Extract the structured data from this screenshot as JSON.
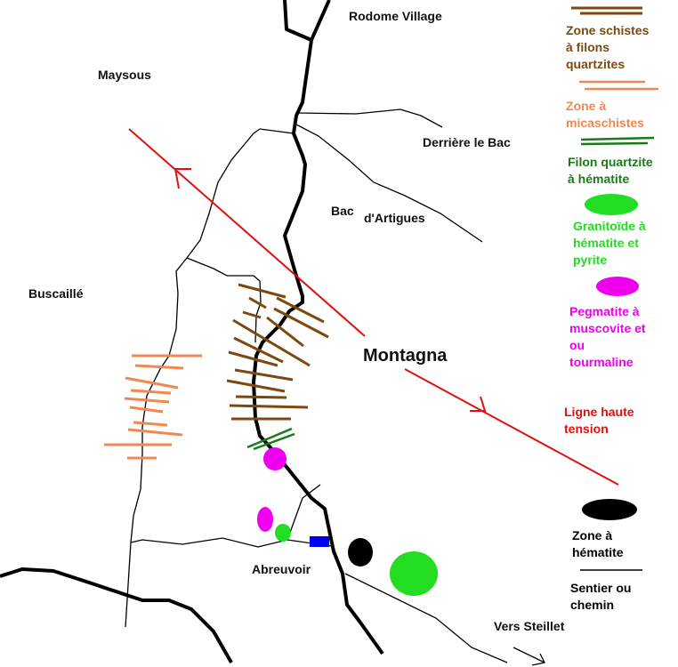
{
  "places": {
    "rodome": "Rodome Village",
    "maysous": "Maysous",
    "derriere": "Derrière le Bac",
    "bac": "Bac",
    "artigues": "d'Artigues",
    "buscaille": "Buscaillé",
    "montagna": "Montagna",
    "abreuvoir": "Abreuvoir",
    "steillet": "Vers Steillet"
  },
  "legend": {
    "schistes": {
      "label": "Zone schistes\nà filons\nquartzites",
      "color": "#7b4a12"
    },
    "micaschistes": {
      "label": "Zone à\nmicaschistes",
      "color": "#f08850"
    },
    "filon": {
      "label": "Filon quartzite\nà hématite",
      "color": "#1a7a1a"
    },
    "granitoide": {
      "label": "Granitoïde à\nhématite et\npyrite",
      "color": "#22dd22"
    },
    "pegmatite": {
      "label": "Pegmatite à\nmuscovite et\nou\ntourmaline",
      "color": "#ee00ee"
    },
    "ligne": {
      "label": "Ligne haute\ntension",
      "color": "#e01010"
    },
    "hematite": {
      "label": "Zone à\nhématite",
      "color": "#000000"
    },
    "sentier": {
      "label": "Sentier ou\nchemin",
      "color": "#000000"
    }
  }
}
